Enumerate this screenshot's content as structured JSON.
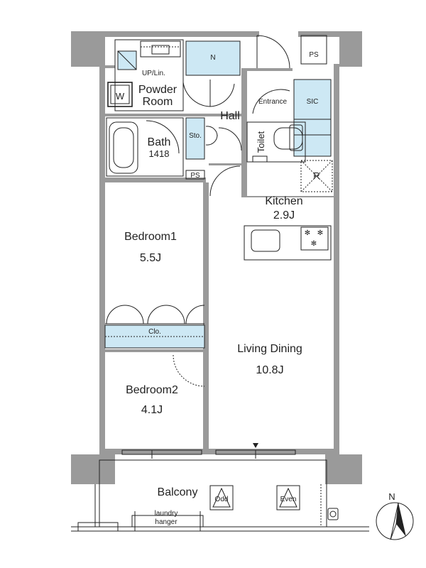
{
  "rooms": {
    "up_lin": "UP/Lin.",
    "washer": "W",
    "powder_room_line1": "Powder",
    "powder_room_line2": "Room",
    "n": "N",
    "entrance": "Entrance",
    "sic": "SIC",
    "ps_top": "PS",
    "hall": "Hall",
    "bath_name": "Bath",
    "bath_size": "1418",
    "storage": "Sto.",
    "toilet": "Toilet",
    "ps_small": "PS",
    "refrigerator": "R",
    "kitchen_name": "Kitchen",
    "kitchen_size": "2.9J",
    "bedroom1_name": "Bedroom1",
    "bedroom1_size": "5.5J",
    "closet": "Clo.",
    "living_name": "Living Dining",
    "living_size": "10.8J",
    "bedroom2_name": "Bedroom2",
    "bedroom2_size": "4.1J",
    "balcony": "Balcony",
    "odd": "Odd",
    "even": "Even",
    "laundry_line1": "laundry",
    "laundry_line2": "hanger",
    "north": "N"
  },
  "colors": {
    "wall": "#9a9a9a",
    "storage_blue": "#cde8f4",
    "line": "#222222"
  }
}
